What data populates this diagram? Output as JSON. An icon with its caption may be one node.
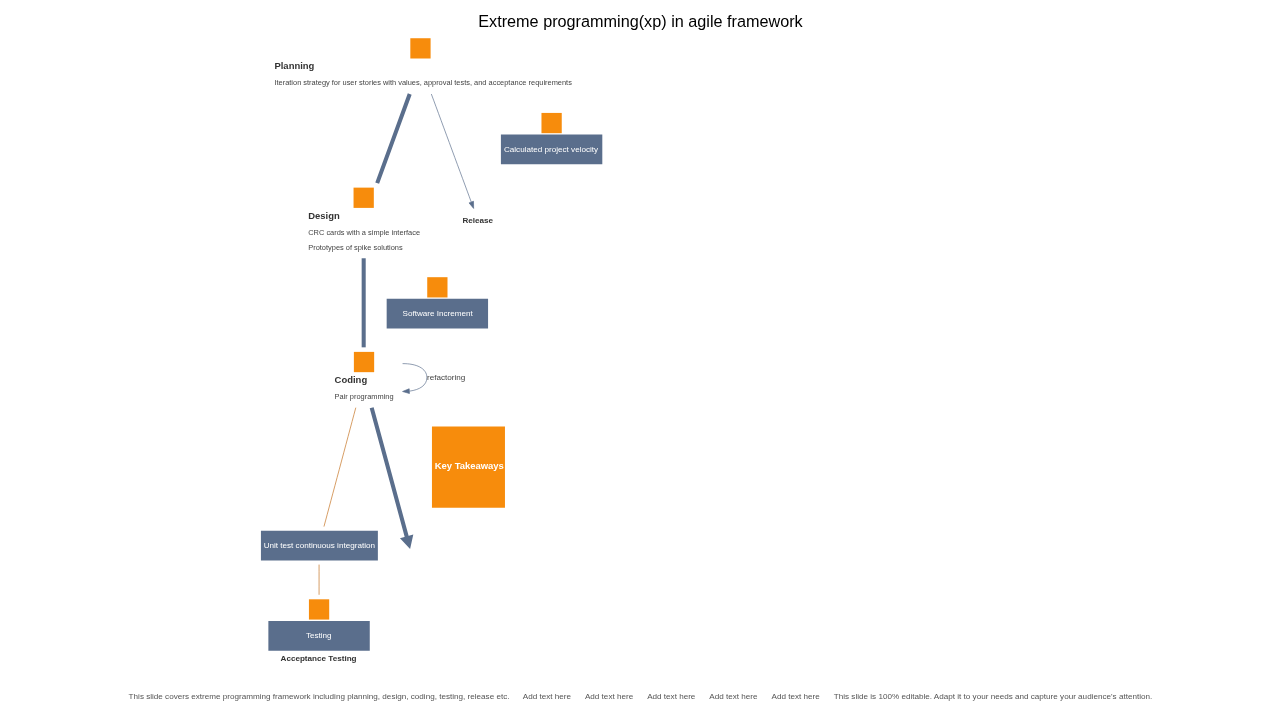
{
  "diagram": {
    "title": "Extreme programming(xp) in agile framework",
    "nodes": [
      {
        "text": [
          "Planning",
          "Iteration strategy for user stories with values, approval tests, and acceptance requirements"
        ]
      },
      {
        "text": [
          "Design",
          "CRC cards with a simple interface",
          "Prototypes of spike solutions"
        ]
      },
      {
        "text": [
          "Coding",
          "Pair programming"
        ]
      },
      {
        "text": [
          "Release"
        ]
      },
      {
        "text": [
          "Calculated project velocity"
        ]
      },
      {
        "text": [
          "Software Increment"
        ]
      },
      {
        "text": [
          "Testing"
        ],
        "beside": [
          "Acceptance Testing"
        ]
      },
      {
        "text": [
          "Unit test continuous integration"
        ]
      },
      {
        "text": [
          "Key Takeaways"
        ]
      }
    ],
    "edges": [
      {
        "from": 0,
        "to": 1,
        "arrow": "none",
        "style": "thick"
      },
      {
        "from": 1,
        "to": 2,
        "arrow": "none",
        "style": "thick"
      },
      {
        "from": 2,
        "to": null,
        "arrow": "to",
        "style": "thick"
      },
      {
        "from": 0,
        "to": 3,
        "arrow": "to"
      },
      {
        "from": 2,
        "to": 2,
        "arrow": "to",
        "label": "refactoring"
      },
      {
        "from": 2,
        "to": 7,
        "arrow": "none",
        "color": "#c46f1c"
      },
      {
        "from": 7,
        "to": 6,
        "arrow": "none",
        "color": "#c46f1c"
      }
    ],
    "labels": [
      "This slide covers extreme programming framework including planning, design, coding, testing, release etc.",
      "Add text here",
      "Add text here",
      "Add text here",
      "Add text here",
      "Add text here",
      "This slide is 100% editable. Adapt it to your needs and capture your audience's attention."
    ]
  }
}
